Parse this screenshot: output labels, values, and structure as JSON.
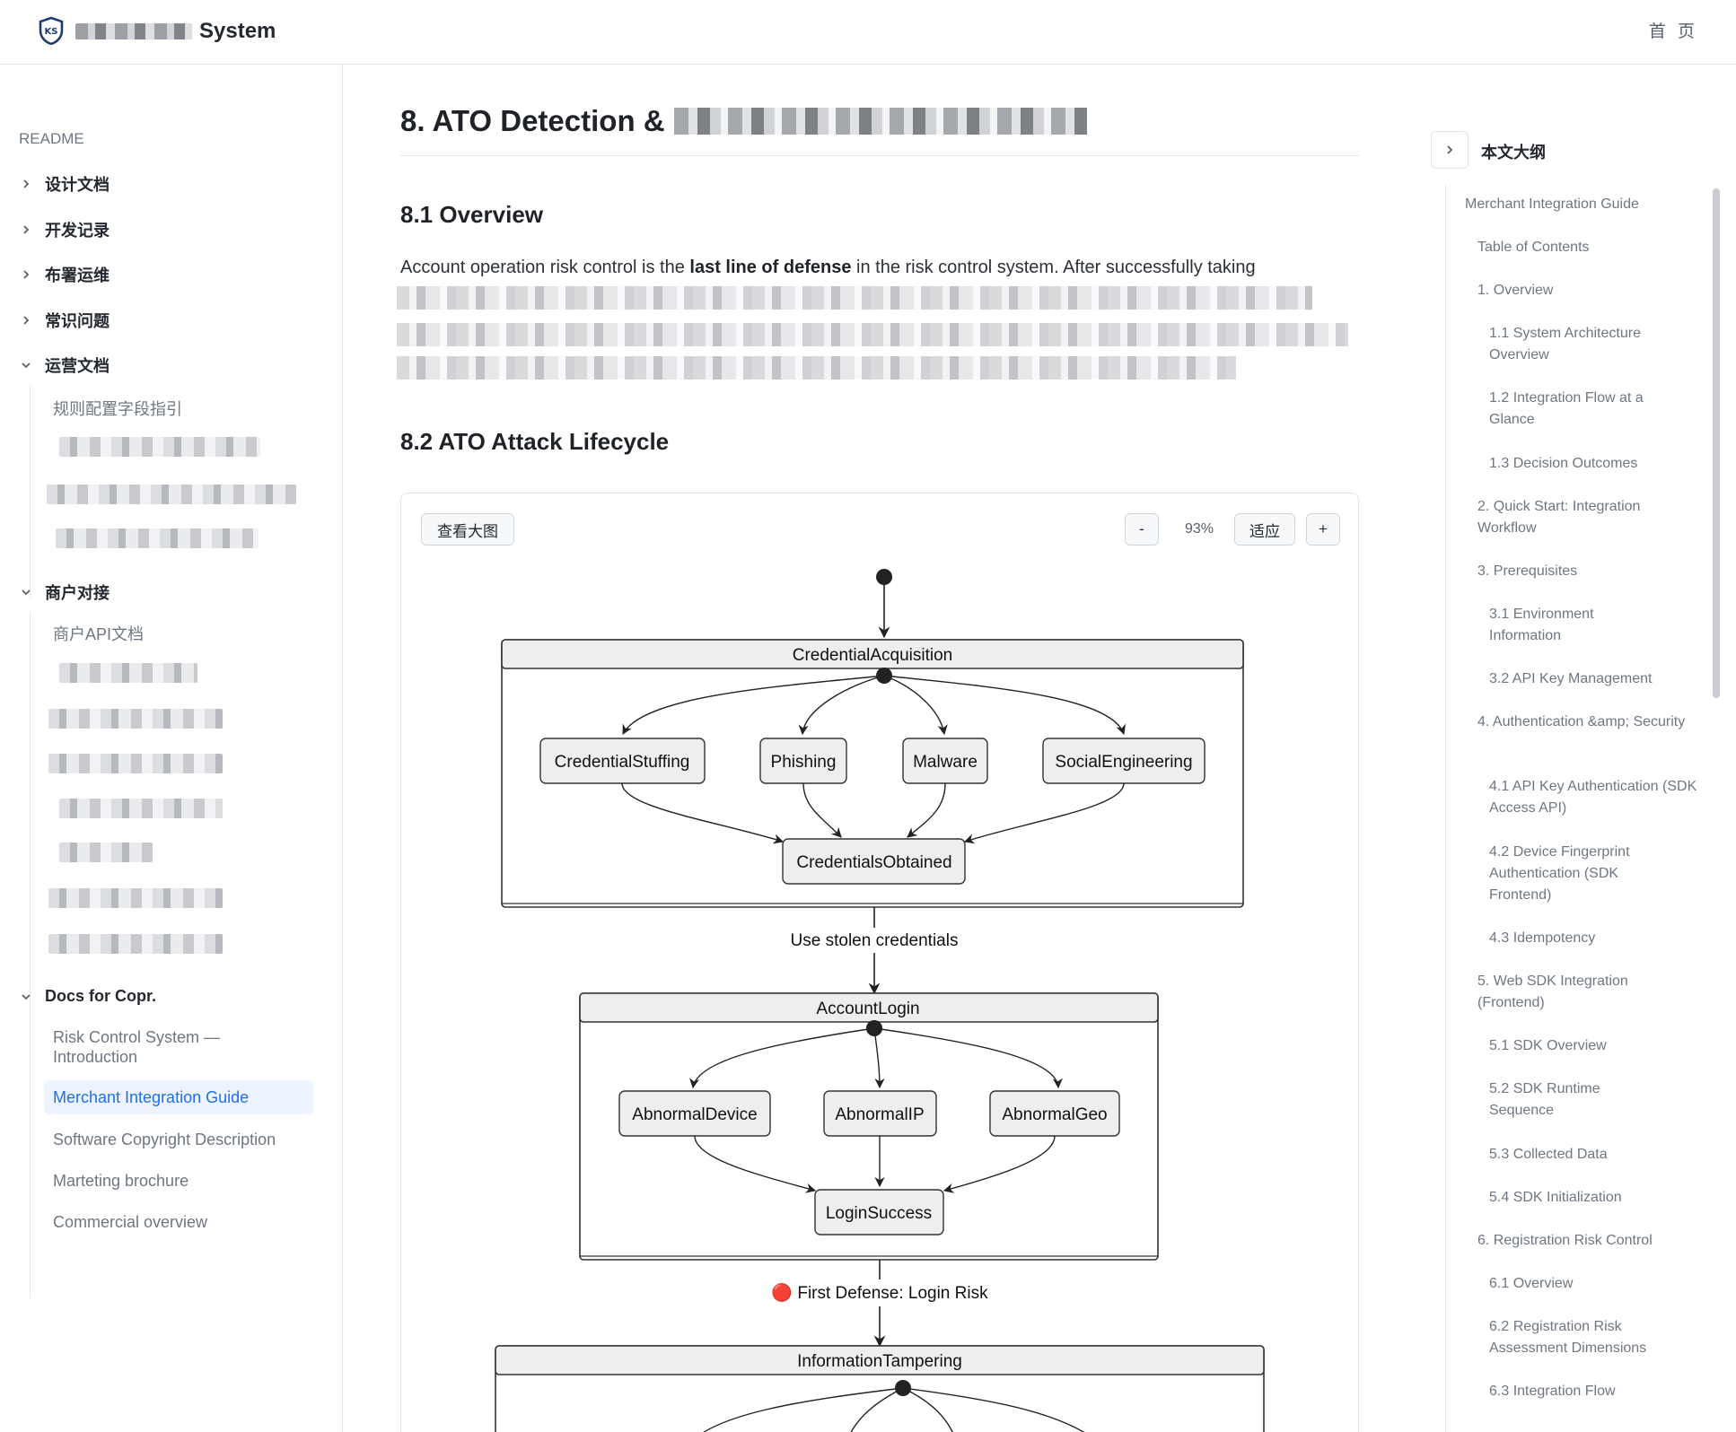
{
  "header": {
    "brand_suffix": "System",
    "home_label": "首 页"
  },
  "sidebar": {
    "readme_label": "README",
    "groups": [
      {
        "label": "设计文档"
      },
      {
        "label": "开发记录"
      },
      {
        "label": "布署运维"
      },
      {
        "label": "常识问题"
      },
      {
        "label": "运营文档"
      },
      {
        "label": "商户对接"
      },
      {
        "label": "Docs for Copr."
      }
    ],
    "ops_children": [
      "规则配置字段指引"
    ],
    "merchant_children": [
      "商户API文档"
    ],
    "docs_children": [
      "Risk Control System — Introduction",
      "Merchant Integration Guide",
      "Software Copyright Description",
      "Marteting brochure",
      "Commercial overview"
    ]
  },
  "main": {
    "title_prefix": "8. ATO Detection &",
    "overview_heading": "8.1 Overview",
    "overview_text_a": "Account operation risk control is the ",
    "overview_text_bold": "last line of defense",
    "overview_text_b": " in the risk control system. After successfully taking",
    "lifecycle_heading": "8.2 ATO Attack Lifecycle",
    "diagram_toolbar": {
      "view_large": "查看大图",
      "zoom_out": "-",
      "zoom_level": "93%",
      "fit": "适应",
      "zoom_in": "+"
    },
    "diagram": {
      "state1": "CredentialAcquisition",
      "state1_children": [
        "CredentialStuffing",
        "Phishing",
        "Malware",
        "SocialEngineering"
      ],
      "state1_result": "CredentialsObtained",
      "transition1": "Use stolen credentials",
      "state2": "AccountLogin",
      "state2_children": [
        "AbnormalDevice",
        "AbnormalIP",
        "AbnormalGeo"
      ],
      "state2_result": "LoginSuccess",
      "transition2": "🔴 First Defense: Login Risk",
      "state3": "InformationTampering"
    }
  },
  "toc": {
    "title": "本文大纲",
    "items": [
      "Merchant Integration Guide",
      "Table of Contents",
      "1. Overview",
      "1.1 System Architecture Overview",
      "1.2 Integration Flow at a Glance",
      "1.3 Decision Outcomes",
      "2. Quick Start: Integration Workflow",
      "3. Prerequisites",
      "3.1 Environment Information",
      "3.2 API Key Management",
      "4. Authentication &amp; Security",
      "4.1 API Key Authentication (SDK Access API)",
      "4.2 Device Fingerprint Authentication (SDK Frontend)",
      "4.3 Idempotency",
      "5. Web SDK Integration (Frontend)",
      "5.1 SDK Overview",
      "5.2 SDK Runtime Sequence",
      "5.3 Collected Data",
      "5.4 SDK Initialization",
      "6. Registration Risk Control",
      "6.1 Overview",
      "6.2 Registration Risk Assessment Dimensions",
      "6.3 Integration Flow"
    ]
  }
}
